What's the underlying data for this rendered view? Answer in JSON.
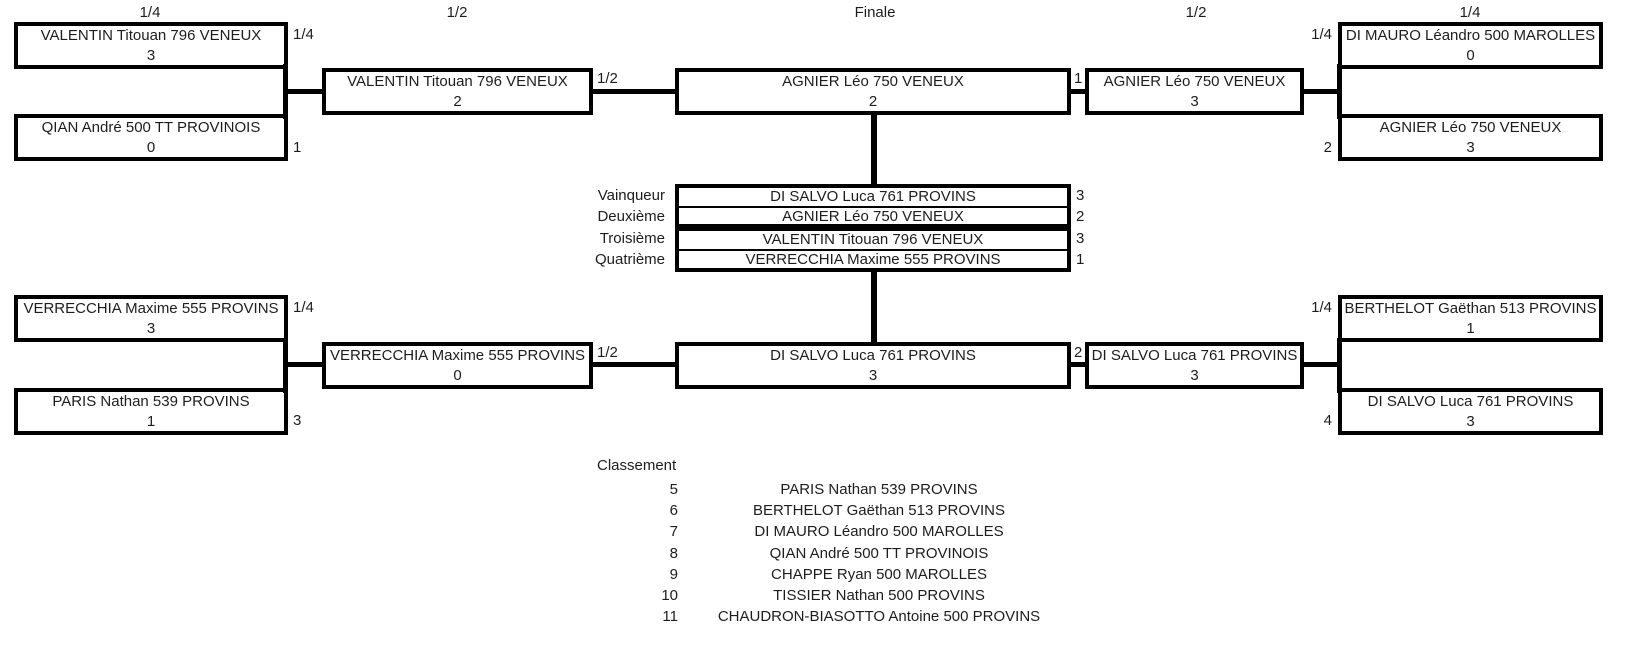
{
  "headers": [
    {
      "label": "1/4"
    },
    {
      "label": "1/2"
    },
    {
      "label": "Finale"
    },
    {
      "label": "1/2"
    },
    {
      "label": "1/4"
    }
  ],
  "bracket": {
    "top": {
      "round_label_left": "1/4",
      "match_number_left": "1",
      "sf_label_left": "1/2",
      "final_number": "1",
      "round_label_right": "1/4",
      "match_number_right": "2",
      "qf_left": [
        {
          "name": "VALENTIN Titouan 796 VENEUX",
          "score": "3"
        },
        {
          "name": "QIAN André 500 TT PROVINOIS",
          "score": "0"
        }
      ],
      "sf_left": {
        "name": "VALENTIN Titouan 796 VENEUX",
        "score": "2"
      },
      "final": {
        "name": "AGNIER Léo 750 VENEUX",
        "score": "2"
      },
      "sf_right": {
        "name": "AGNIER Léo 750 VENEUX",
        "score": "3"
      },
      "qf_right": [
        {
          "name": "DI MAURO Léandro 500 MAROLLES",
          "score": "0"
        },
        {
          "name": "AGNIER Léo 750 VENEUX",
          "score": "3"
        }
      ]
    },
    "bottom": {
      "round_label_left": "1/4",
      "match_number_left": "3",
      "sf_label_left": "1/2",
      "final_number": "2",
      "round_label_right": "1/4",
      "match_number_right": "4",
      "qf_left": [
        {
          "name": "VERRECCHIA Maxime 555 PROVINS",
          "score": "3"
        },
        {
          "name": "PARIS Nathan 539 PROVINS",
          "score": "1"
        }
      ],
      "sf_left": {
        "name": "VERRECCHIA Maxime 555 PROVINS",
        "score": "0"
      },
      "final": {
        "name": "DI SALVO Luca 761 PROVINS",
        "score": "3"
      },
      "sf_right": {
        "name": "DI SALVO Luca 761 PROVINS",
        "score": "3"
      },
      "qf_right": [
        {
          "name": "BERTHELOT Gaëthan 513 PROVINS",
          "score": "1"
        },
        {
          "name": "DI SALVO Luca 761 PROVINS",
          "score": "3"
        }
      ]
    }
  },
  "results": {
    "rows": [
      {
        "place": "Vainqueur",
        "name": "DI SALVO Luca 761 PROVINS",
        "score": "3"
      },
      {
        "place": "Deuxième",
        "name": "AGNIER Léo 750 VENEUX",
        "score": "2"
      },
      {
        "place": "Troisième",
        "name": "VALENTIN Titouan 796 VENEUX",
        "score": "3"
      },
      {
        "place": "Quatrième",
        "name": "VERRECCHIA Maxime 555 PROVINS",
        "score": "1"
      }
    ]
  },
  "classement": {
    "title": "Classement",
    "rows": [
      {
        "rank": "5",
        "name": "PARIS Nathan 539 PROVINS"
      },
      {
        "rank": "6",
        "name": "BERTHELOT Gaëthan 513 PROVINS"
      },
      {
        "rank": "7",
        "name": "DI MAURO Léandro 500 MAROLLES"
      },
      {
        "rank": "8",
        "name": "QIAN André 500 TT PROVINOIS"
      },
      {
        "rank": "9",
        "name": "CHAPPE Ryan 500 MAROLLES"
      },
      {
        "rank": "10",
        "name": "TISSIER Nathan 500 PROVINS"
      },
      {
        "rank": "11",
        "name": "CHAUDRON-BIASOTTO Antoine 500 PROVINS"
      }
    ]
  },
  "colors": {
    "background": "#ffffff",
    "text": "#1d1d1d",
    "line": "#000000"
  }
}
